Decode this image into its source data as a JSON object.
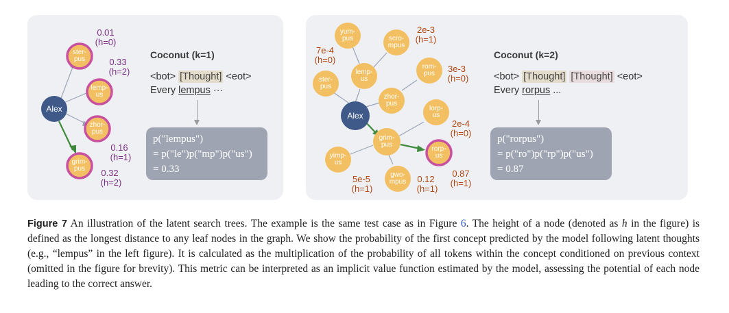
{
  "left_panel": {
    "title": "Coconut (k=1)",
    "root": "Alex",
    "nodes": [
      {
        "id": "sterpus",
        "line1": "ster-",
        "line2": "pus",
        "prob": "0.01",
        "height": "(h=0)"
      },
      {
        "id": "lempus",
        "line1": "lemp-",
        "line2": "us",
        "prob": "0.33",
        "height": "(h=2)"
      },
      {
        "id": "zhorpus",
        "line1": "zhor-",
        "line2": "pus",
        "prob": "0.16",
        "height": "(h=1)"
      },
      {
        "id": "grimpus",
        "line1": "grim-",
        "line2": "pus",
        "prob": "0.32",
        "height": "(h=2)"
      }
    ],
    "seq_bot": "<bot>",
    "seq_thought": "[Thought]",
    "seq_eot": "<eot>",
    "every_prefix": "Every",
    "every_word": "lempus",
    "every_suffix": "···",
    "formula_line1": "p(\"lempus\")",
    "formula_line2": "= p(\"le\")p(\"mp\")p(\"us\")",
    "formula_line3": "= 0.33"
  },
  "right_panel": {
    "title": "Coconut (k=2)",
    "root": "Alex",
    "nodes": [
      {
        "id": "yumpus",
        "line1": "yum-",
        "line2": "pus",
        "prob": "",
        "height": ""
      },
      {
        "id": "scrompus",
        "line1": "scro-",
        "line2": "mpus",
        "prob": "2e-3",
        "height": "(h=1)"
      },
      {
        "id": "sterpus",
        "line1": "ster-",
        "line2": "pus",
        "prob": "7e-4",
        "height": "(h=0)"
      },
      {
        "id": "lempus",
        "line1": "lemp-",
        "line2": "us",
        "prob": "",
        "height": ""
      },
      {
        "id": "rompus",
        "line1": "rom-",
        "line2": "pus",
        "prob": "3e-3",
        "height": "(h=0)"
      },
      {
        "id": "zhorpus",
        "line1": "zhor-",
        "line2": "pus",
        "prob": "",
        "height": ""
      },
      {
        "id": "lorpus_top",
        "line1": "lorp-",
        "line2": "us",
        "prob": "2e-4",
        "height": "(h=0)"
      },
      {
        "id": "grimpus",
        "line1": "grim-",
        "line2": "pus",
        "prob": "",
        "height": ""
      },
      {
        "id": "yimpus",
        "line1": "yimp-",
        "line2": "us",
        "prob": "5e-5",
        "height": "(h=1)"
      },
      {
        "id": "gwompus",
        "line1": "gwo-",
        "line2": "mpus",
        "prob": "0.12",
        "height": "(h=1)"
      },
      {
        "id": "rorpus",
        "line1": "rorp-",
        "line2": "us",
        "prob": "0.87",
        "height": "(h=1)"
      }
    ],
    "seq_bot": "<bot>",
    "seq_thought1": "[Thought]",
    "seq_thought2": "[Thought]",
    "seq_eot": "<eot>",
    "every_prefix": "Every",
    "every_word": "rorpus",
    "every_suffix": "...",
    "formula_line1": "p(\"rorpus\")",
    "formula_line2": "= p(\"ro\")p(\"rp\")p(\"us\")",
    "formula_line3": "= 0.87"
  },
  "caption": {
    "label": "Figure 7",
    "text_a": "An illustration of the latent search trees. The example is the same test case as in Figure",
    "ref": "6",
    "text_b": ". The height of a node (denoted as",
    "h": "h",
    "text_c": "in the figure) is defined as the longest distance to any leaf nodes in the graph. We show the probability of the first concept predicted by the model following latent thoughts (e.g., “lempus” in the left figure). It is calculated as the multiplication of the probability of all tokens within the concept conditioned on previous context (omitted in the figure for brevity). This metric can be interpreted as an implicit value function estimated by the model, assessing the potential of each node leading to the correct answer."
  },
  "colors": {
    "panel_bg": "#eef0f4",
    "node_fill": "#f2c063",
    "ring_pink": "#c8519f",
    "root_blue": "#3f5a88",
    "highlight_green": "#3f8a3c",
    "prob_purple": "#7a2f82",
    "prob_orange": "#b0460f",
    "formula_box": "#9ea4b1",
    "link_blue": "#2a55c9"
  }
}
